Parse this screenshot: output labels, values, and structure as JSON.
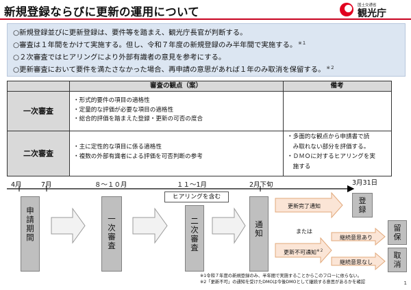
{
  "header": {
    "title": "新規登録ならびに更新の運用について",
    "logo_small": "国土交通省",
    "logo_text": "観光庁"
  },
  "bullets": [
    {
      "text": "○新規登録並びに更新登録は、要件等を踏まえ、観光庁長官が判断する。",
      "note": ""
    },
    {
      "text": "○審査は１年間をかけて実施する。但し、令和７年度の新規登録のみ半年間で実施する。",
      "note": "※１"
    },
    {
      "text": "○２次審査ではヒアリングにより外部有識者の意見を参考にする。",
      "note": ""
    },
    {
      "text": "○更新審査において要件を満たさなかった場合、再申請の意思があれば１年のみ取消を保留する。",
      "note": "※２"
    }
  ],
  "table": {
    "col_header_1": "審査の観点（案）",
    "col_header_2": "備考",
    "rows": [
      {
        "label": "一次審査",
        "points": [
          "・形式的要件の項目の適格性",
          "・定量的な評価が必要な項目の適格性",
          "・総合的評価を踏まえた登録・更新の可否の度合"
        ],
        "notes": []
      },
      {
        "label": "二次審査",
        "points": [
          "・主に定性的な項目に係る適格性",
          "・複数の外部有識者による評価を可否判断の参考"
        ],
        "notes": [
          "・多面的な観点から申請書で読",
          "　み取れない部分を評価する。",
          "・ＤＭＯに対するヒアリングを実",
          "　施する"
        ]
      }
    ]
  },
  "timeline": {
    "labels": [
      "4月",
      "7月",
      "８～１０月",
      "１１～1月",
      "2月下旬",
      "3月31日"
    ],
    "hearing": "ヒアリングを含む",
    "stages": [
      "申請期間",
      "一次審査",
      "二次審査",
      "通知"
    ],
    "renewal_complete": "更新完了通知",
    "or_label": "または",
    "renewal_denied": "更新不可通知",
    "renewal_denied_note": "※２",
    "intent_yes": "継続意思あり",
    "intent_no": "継続意思なし",
    "outcomes": [
      "登録",
      "留保",
      "取消"
    ]
  },
  "footnotes": [
    "※1令和７年度の新規登録のみ、半年間で実施することからこのフローに依らない。",
    "※2「更新不可」の通知を受けたDMOは今後DMOとして継続する意思があるかを確認"
  ],
  "page_number": "1",
  "colors": {
    "accent_red": "#c8001e",
    "box_gray": "#bfbfbf",
    "peach": "#fbe5d6",
    "bullet_bg": "#dce6f2"
  }
}
